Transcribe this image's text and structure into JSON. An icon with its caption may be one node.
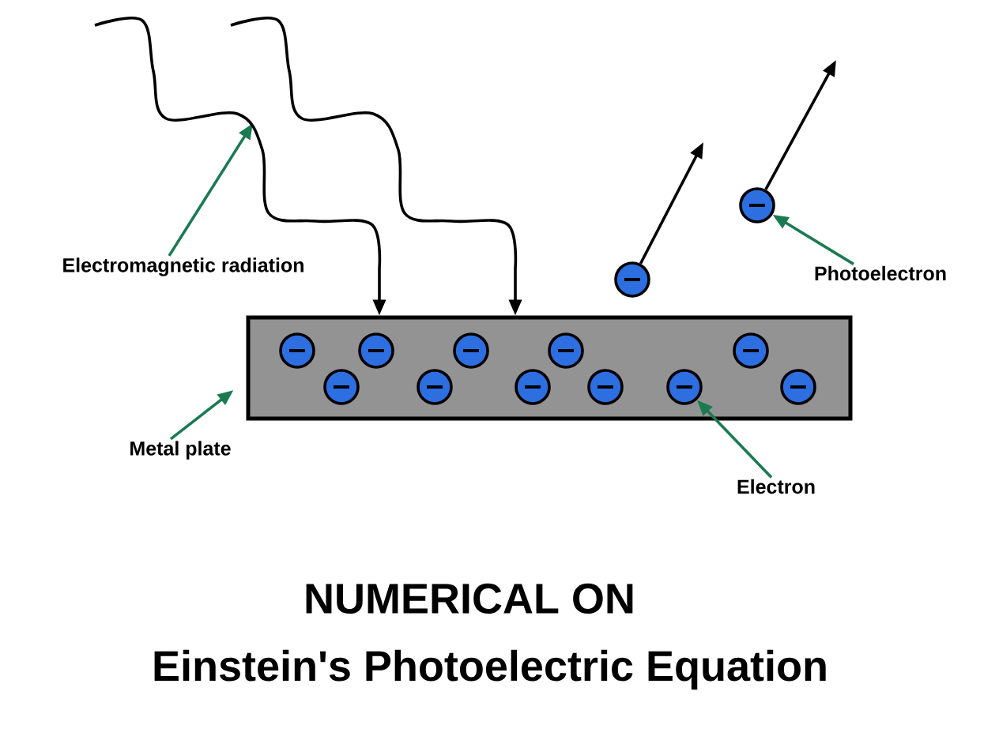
{
  "diagram": {
    "title": "NUMERICAL ON",
    "caption": "Einstein's Photoelectric Equation",
    "nodes": [
      {
        "text": [
          "Electromagnetic radiation"
        ]
      },
      {
        "text": [
          "Metal plate"
        ]
      },
      {
        "text": [],
        "shape": "box"
      },
      {
        "text": [
          "Electron"
        ]
      },
      {
        "text": [
          "Photoelectron"
        ]
      },
      {
        "text": [],
        "shape": "circle",
        "in": 2
      },
      {
        "text": [],
        "shape": "circle",
        "in": 2
      },
      {
        "text": [],
        "shape": "circle",
        "in": 2
      },
      {
        "text": [],
        "shape": "circle",
        "in": 2
      },
      {
        "text": [],
        "shape": "circle",
        "in": 2
      },
      {
        "text": [],
        "shape": "circle",
        "in": 2
      },
      {
        "text": [],
        "shape": "circle",
        "in": 2
      },
      {
        "text": [],
        "shape": "circle",
        "in": 2
      },
      {
        "text": [],
        "shape": "circle",
        "in": 2
      },
      {
        "text": [],
        "shape": "circle",
        "in": 2
      },
      {
        "text": [],
        "shape": "circle",
        "in": 2
      },
      {
        "text": [],
        "shape": "circle"
      },
      {
        "text": [],
        "shape": "circle"
      }
    ],
    "edges": [
      {
        "from": 0,
        "to": null,
        "arrow": "to",
        "color": "#1b7a50"
      },
      {
        "from": null,
        "to": 2,
        "arrow": "to",
        "color": "#000000"
      },
      {
        "from": null,
        "to": 2,
        "arrow": "to",
        "color": "#000000"
      },
      {
        "from": 1,
        "to": 2,
        "arrow": "to",
        "color": "#1b7a50"
      },
      {
        "from": 3,
        "to": 13,
        "arrow": "to",
        "color": "#1b7a50"
      },
      {
        "from": 4,
        "to": 17,
        "arrow": "to",
        "color": "#1b7a50"
      },
      {
        "from": 16,
        "to": null,
        "arrow": "to",
        "color": "#000000"
      },
      {
        "from": 17,
        "to": null,
        "arrow": "to",
        "color": "#000000"
      }
    ]
  }
}
